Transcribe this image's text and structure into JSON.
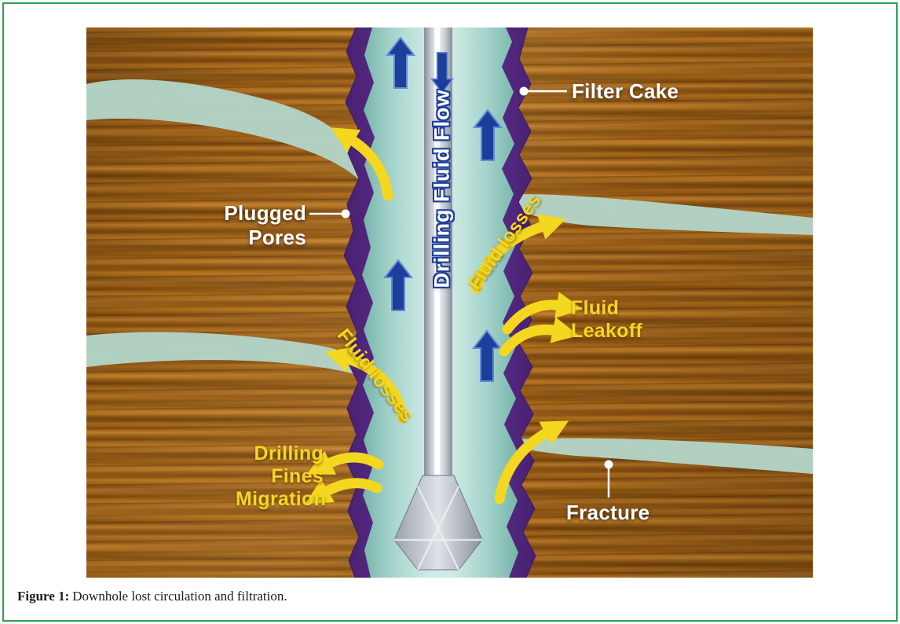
{
  "page": {
    "background": "#ffffff",
    "border_color": "#2e9e4f"
  },
  "caption": {
    "label": "Figure 1:",
    "text": "Downhole lost circulation and filtration."
  },
  "diagram": {
    "labels": {
      "filter_cake": "Filter Cake",
      "plugged_pores": "Plugged Pores",
      "fluid_losses_upper": "Fluid losses",
      "fluid_losses_lower": "Fluid losses",
      "fluid_leakoff": "Fluid Leakoff",
      "drilling_fines_migration": "Drilling Fines Migration",
      "fracture": "Fracture",
      "drilling_fluid_flow": "Drilling Fluid Flow"
    },
    "colors": {
      "border_green": "#2e9e4f",
      "wood": "#a3651c",
      "filter_cake_purple": "#5b2f93",
      "drilling_fluid_teal": "#a9d8d0",
      "flow_arrow_blue": "#1c3f9b",
      "loss_arrow_yellow": "#f4d71f",
      "fracture_fill": "#b2d4c6",
      "label_white": "#ffffff"
    }
  }
}
